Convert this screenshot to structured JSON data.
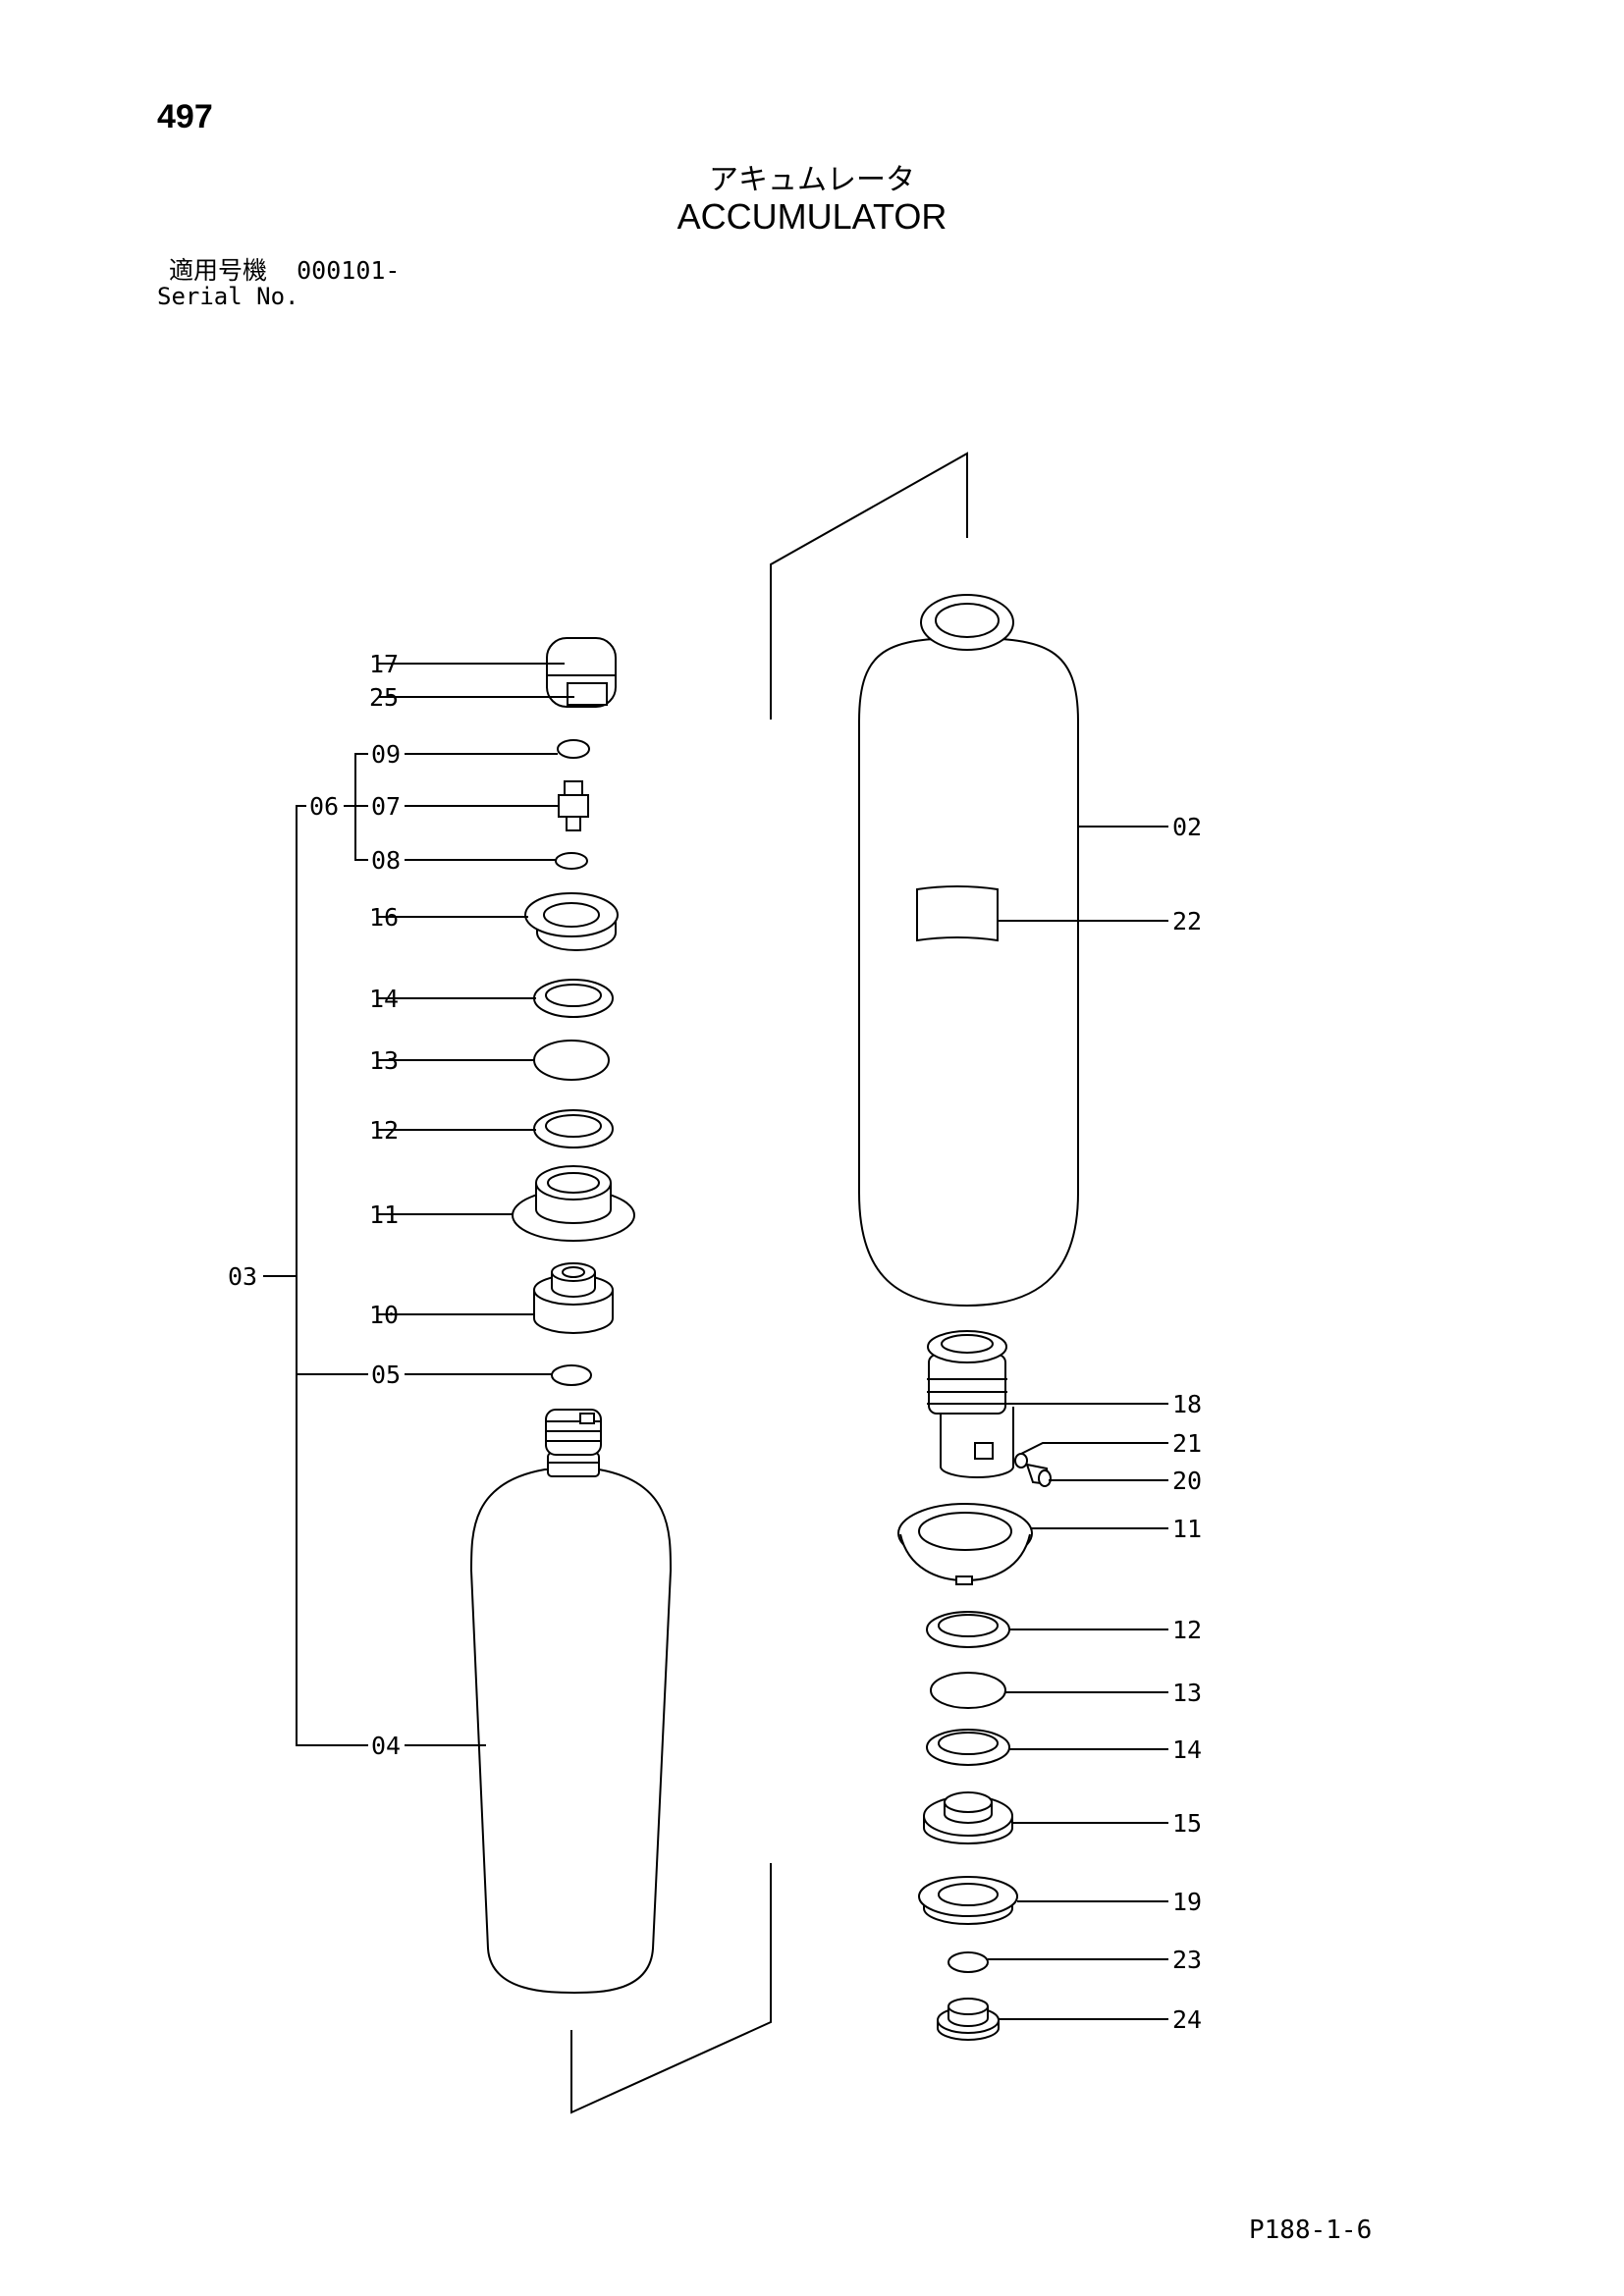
{
  "header": {
    "page_number": "497",
    "title_jp": "アキュムレータ",
    "title_en": "ACCUMULATOR",
    "serial_label_jp": "適用号機",
    "serial_value": "000101-",
    "serial_label_en": "Serial No."
  },
  "footer": {
    "code": "P188-1-6"
  },
  "callouts": {
    "p17": "17",
    "p25": "25",
    "p09": "09",
    "p06": "06",
    "p07": "07",
    "p08": "08",
    "p16": "16",
    "p14": "14",
    "p13": "13",
    "p12": "12",
    "p11": "11",
    "p03": "03",
    "p10": "10",
    "p05": "05",
    "p04": "04",
    "p02": "02",
    "p22": "22",
    "p18": "18",
    "p21": "21",
    "p20": "20",
    "p11b": "11",
    "p12b": "12",
    "p13b": "13",
    "p14b": "14",
    "p15": "15",
    "p19": "19",
    "p23": "23",
    "p24": "24"
  }
}
